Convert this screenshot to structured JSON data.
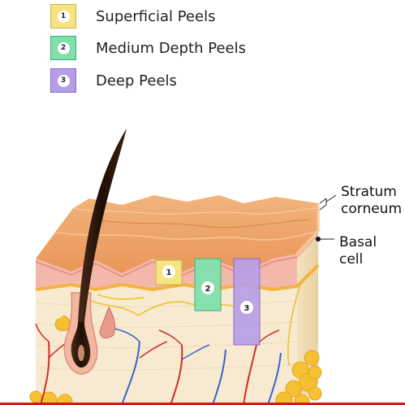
{
  "legend": [
    {
      "number": "1",
      "label": "Superficial Peels",
      "fill": "#f7e382",
      "stroke": "#c7b64a"
    },
    {
      "number": "2",
      "label": "Medium Depth Peels",
      "fill": "#7fe0ac",
      "stroke": "#3fae74"
    },
    {
      "number": "3",
      "label": "Deep Peels",
      "fill": "#b69ee6",
      "stroke": "#8a6ec7"
    }
  ],
  "layer_labels": {
    "stratum": "Stratum",
    "corneum": "corneum",
    "basal": "Basal",
    "cell": "cell"
  },
  "markers": {
    "one": "1",
    "two": "2",
    "three": "3"
  },
  "colors": {
    "epidermis_top": "#eda46a",
    "dermis": "#f6e8cc",
    "basal_line": "#f2b43e",
    "fat": "#f5c132",
    "hair": "#2a160c",
    "vein": "#3a64c8",
    "artery": "#d22f26"
  }
}
